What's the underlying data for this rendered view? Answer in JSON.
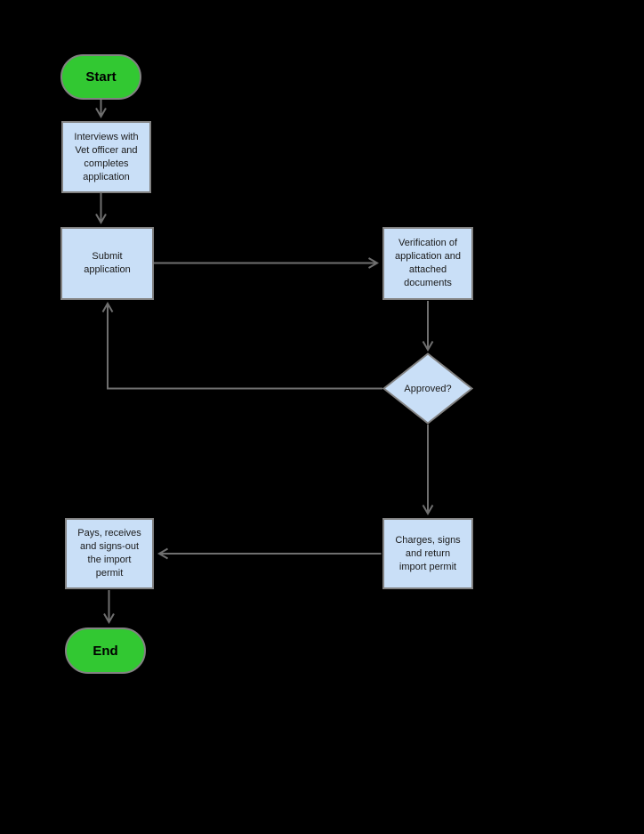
{
  "diagram": {
    "type": "flowchart",
    "nodes": {
      "start": {
        "label": "Start",
        "shape": "terminator"
      },
      "interview": {
        "label": "Interviews with\nVet officer and\ncompletes\napplication",
        "shape": "process"
      },
      "submit": {
        "label": "Submit\napplication",
        "shape": "process"
      },
      "verification": {
        "label": "Verification of\napplication and\nattached\ndocuments",
        "shape": "process"
      },
      "approved": {
        "label": "Approved?",
        "shape": "decision"
      },
      "charges": {
        "label": "Charges, signs\nand return\nimport permit",
        "shape": "process"
      },
      "pays": {
        "label": "Pays, receives\nand signs-out\nthe import\npermit",
        "shape": "process"
      },
      "end": {
        "label": "End",
        "shape": "terminator"
      }
    },
    "connectors": [
      {
        "from": "start",
        "to": "interview"
      },
      {
        "from": "interview",
        "to": "submit"
      },
      {
        "from": "submit",
        "to": "verification"
      },
      {
        "from": "verification",
        "to": "approved"
      },
      {
        "from": "approved",
        "to": "submit"
      },
      {
        "from": "approved",
        "to": "charges"
      },
      {
        "from": "charges",
        "to": "pays"
      },
      {
        "from": "pays",
        "to": "end"
      }
    ],
    "colors": {
      "background": "#000000",
      "terminator_fill": "#32C832",
      "process_fill": "#C9DFF7",
      "shape_stroke": "#828282",
      "connector": "#6F6F6F",
      "text": "#1A1A1A"
    }
  }
}
